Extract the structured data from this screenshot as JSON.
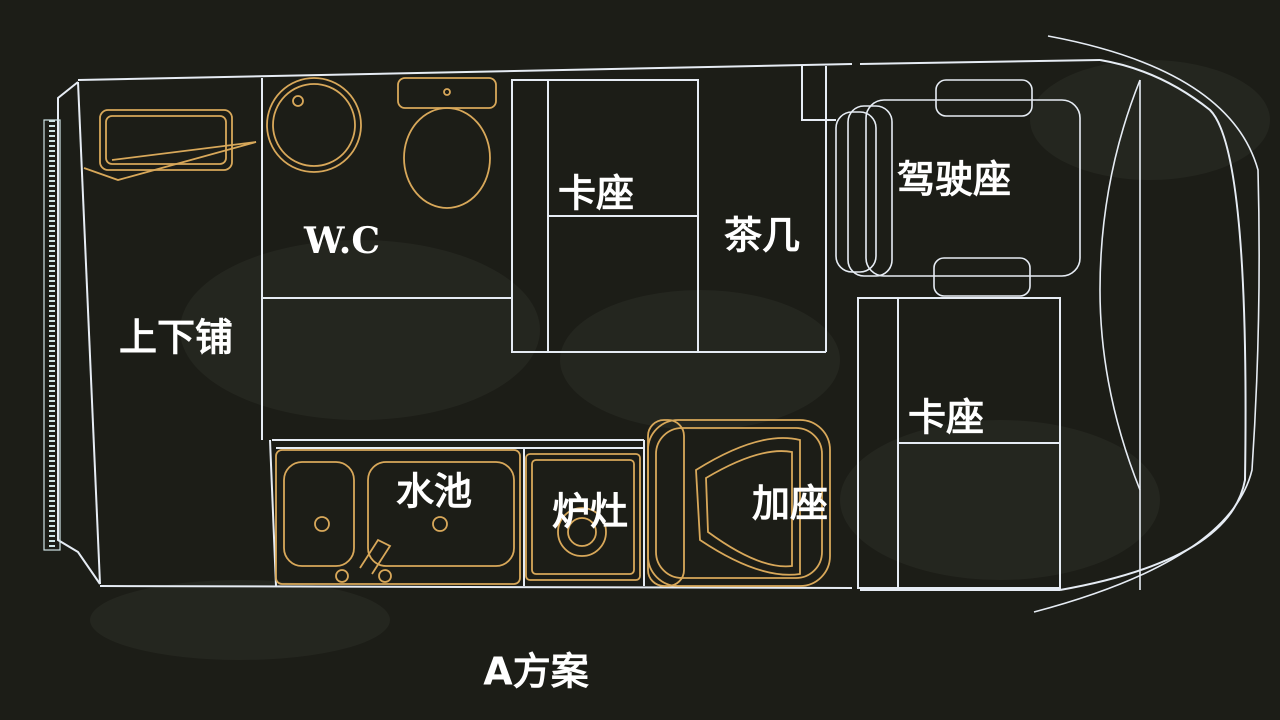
{
  "plan": {
    "bunk_label": "上下铺",
    "wc_label": "W.C",
    "booth_seat_top_label": "卡座",
    "tea_table_label": "茶几",
    "driver_seat_label": "驾驶座",
    "booth_seat_right_label": "卡座",
    "sink_label": "水池",
    "stove_label": "炉灶",
    "extra_seat_label": "加座",
    "scheme_label": "A方案"
  },
  "colors": {
    "background": "#1c1d17",
    "wall_lines": "#e6ecf4",
    "furniture_lines": "#d8a85a",
    "label_text": "#ffffff"
  }
}
